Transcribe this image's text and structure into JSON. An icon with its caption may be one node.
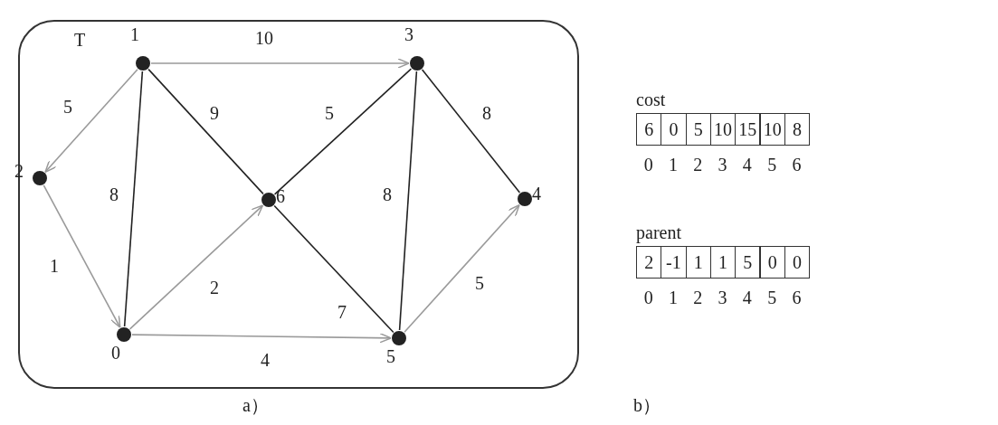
{
  "diagram": {
    "nodes": [
      {
        "text": [
          "T"
        ]
      },
      {
        "text": [
          "0"
        ],
        "in": 0
      },
      {
        "text": [
          "1"
        ],
        "in": 0
      },
      {
        "text": [
          "2"
        ],
        "in": 0
      },
      {
        "text": [
          "3"
        ],
        "in": 0
      },
      {
        "text": [
          "4"
        ],
        "in": 0
      },
      {
        "text": [
          "5"
        ],
        "in": 0
      },
      {
        "text": [
          "6"
        ],
        "in": 0
      }
    ],
    "edges": [
      {
        "from": 2,
        "to": 4,
        "arrow": "to",
        "label": "10",
        "color": "#9a9a9a"
      },
      {
        "from": 2,
        "to": 3,
        "arrow": "to",
        "label": "5",
        "color": "#9a9a9a"
      },
      {
        "from": 2,
        "to": 1,
        "arrow": "none",
        "label": "8",
        "color": "#222222"
      },
      {
        "from": 2,
        "to": 7,
        "arrow": "none",
        "label": "9",
        "color": "#222222"
      },
      {
        "from": 4,
        "to": 7,
        "arrow": "none",
        "label": "5",
        "color": "#222222"
      },
      {
        "from": 4,
        "to": 6,
        "arrow": "none",
        "label": "8",
        "color": "#222222"
      },
      {
        "from": 4,
        "to": 5,
        "arrow": "none",
        "label": "8",
        "color": "#222222"
      },
      {
        "from": 3,
        "to": 1,
        "arrow": "to",
        "label": "1",
        "color": "#9a9a9a"
      },
      {
        "from": 1,
        "to": 7,
        "arrow": "to",
        "label": "2",
        "color": "#9a9a9a"
      },
      {
        "from": 7,
        "to": 6,
        "arrow": "none",
        "label": "7",
        "color": "#222222"
      },
      {
        "from": 1,
        "to": 6,
        "arrow": "to",
        "label": "4",
        "color": "#9a9a9a"
      },
      {
        "from": 6,
        "to": 5,
        "arrow": "to",
        "label": "5",
        "color": "#9a9a9a"
      }
    ],
    "labels": [
      "cost",
      "6",
      "0",
      "5",
      "10",
      "15",
      "10",
      "8",
      "0",
      "1",
      "2",
      "3",
      "4",
      "5",
      "6",
      "parent",
      "2",
      "-1",
      "1",
      "1",
      "5",
      "0",
      "0",
      "0",
      "1",
      "2",
      "3",
      "4",
      "5",
      "6",
      "a）",
      "b）"
    ]
  }
}
